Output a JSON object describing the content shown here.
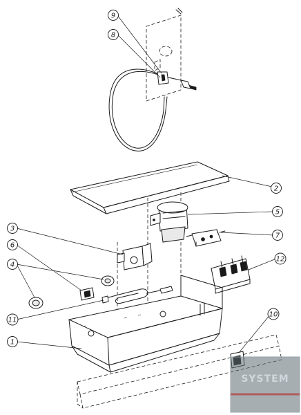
{
  "callouts": [
    {
      "label": "1"
    },
    {
      "label": "2"
    },
    {
      "label": "3"
    },
    {
      "label": "4"
    },
    {
      "label": "5"
    },
    {
      "label": "6"
    },
    {
      "label": "7"
    },
    {
      "label": "8"
    },
    {
      "label": "9"
    },
    {
      "label": "10"
    },
    {
      "label": "11"
    },
    {
      "label": "12"
    }
  ],
  "watermark": {
    "text": "SYSTEM"
  },
  "colors": {
    "line": "#1a1a1a",
    "background": "#ffffff",
    "watermark": "#cfd8dc"
  }
}
